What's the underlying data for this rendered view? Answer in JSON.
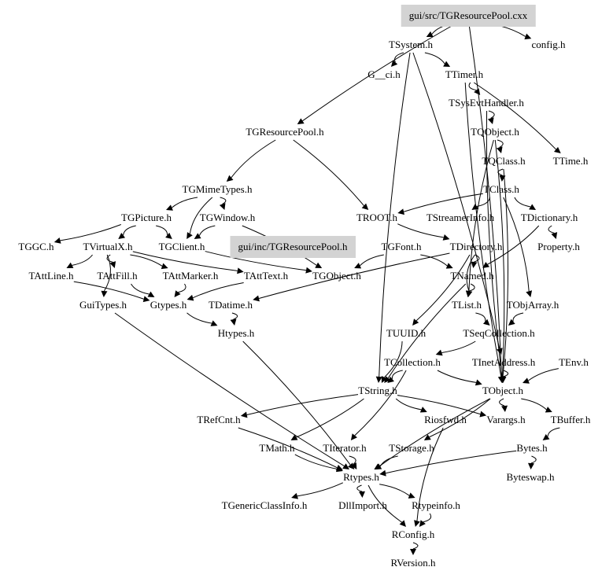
{
  "title": "gui/src/TGResourcePool.cxx include dependency graph",
  "highlight_color": "#d3d3d3",
  "nodes": [
    {
      "id": "root",
      "label": "gui/src/TGResourcePool.cxx",
      "highlighted": true
    },
    {
      "id": "TSystem",
      "label": "TSystem.h"
    },
    {
      "id": "config",
      "label": "config.h"
    },
    {
      "id": "G__ci",
      "label": "G__ci.h"
    },
    {
      "id": "TTimer",
      "label": "TTimer.h"
    },
    {
      "id": "TSysEvtHandler",
      "label": "TSysEvtHandler.h"
    },
    {
      "id": "TGResourcePoolH",
      "label": "TGResourcePool.h"
    },
    {
      "id": "TQObject",
      "label": "TQObject.h"
    },
    {
      "id": "TQClass",
      "label": "TQClass.h"
    },
    {
      "id": "TTime",
      "label": "TTime.h"
    },
    {
      "id": "TGMimeTypes",
      "label": "TGMimeTypes.h"
    },
    {
      "id": "TClass",
      "label": "TClass.h"
    },
    {
      "id": "TGPicture",
      "label": "TGPicture.h"
    },
    {
      "id": "TGWindow",
      "label": "TGWindow.h"
    },
    {
      "id": "TROOT",
      "label": "TROOT.h"
    },
    {
      "id": "TStreamerInfo",
      "label": "TStreamerInfo.h"
    },
    {
      "id": "TDictionary",
      "label": "TDictionary.h"
    },
    {
      "id": "TGGC",
      "label": "TGGC.h"
    },
    {
      "id": "TVirtualX",
      "label": "TVirtualX.h"
    },
    {
      "id": "TGClient",
      "label": "TGClient.h"
    },
    {
      "id": "incPool",
      "label": "gui/inc/TGResourcePool.h",
      "highlighted": true
    },
    {
      "id": "TGFont",
      "label": "TGFont.h"
    },
    {
      "id": "TDirectory",
      "label": "TDirectory.h"
    },
    {
      "id": "Property",
      "label": "Property.h"
    },
    {
      "id": "TAttLine",
      "label": "TAttLine.h"
    },
    {
      "id": "TAttFill",
      "label": "TAttFill.h"
    },
    {
      "id": "TAttMarker",
      "label": "TAttMarker.h"
    },
    {
      "id": "TAttText",
      "label": "TAttText.h"
    },
    {
      "id": "TGObject",
      "label": "TGObject.h"
    },
    {
      "id": "TNamed",
      "label": "TNamed.h"
    },
    {
      "id": "GuiTypes",
      "label": "GuiTypes.h"
    },
    {
      "id": "Gtypes",
      "label": "Gtypes.h"
    },
    {
      "id": "TDatime",
      "label": "TDatime.h"
    },
    {
      "id": "TList",
      "label": "TList.h"
    },
    {
      "id": "TObjArray",
      "label": "TObjArray.h"
    },
    {
      "id": "Htypes",
      "label": "Htypes.h"
    },
    {
      "id": "TUUID",
      "label": "TUUID.h"
    },
    {
      "id": "TSeqCollection",
      "label": "TSeqCollection.h"
    },
    {
      "id": "TCollection",
      "label": "TCollection.h"
    },
    {
      "id": "TInetAddress",
      "label": "TInetAddress.h"
    },
    {
      "id": "TEnv",
      "label": "TEnv.h"
    },
    {
      "id": "TString",
      "label": "TString.h"
    },
    {
      "id": "TObject",
      "label": "TObject.h"
    },
    {
      "id": "TRefCnt",
      "label": "TRefCnt.h"
    },
    {
      "id": "Riosfwd",
      "label": "Riosfwd.h"
    },
    {
      "id": "Varargs",
      "label": "Varargs.h"
    },
    {
      "id": "TBuffer",
      "label": "TBuffer.h"
    },
    {
      "id": "TMath",
      "label": "TMath.h"
    },
    {
      "id": "TIterator",
      "label": "TIterator.h"
    },
    {
      "id": "TStorage",
      "label": "TStorage.h"
    },
    {
      "id": "Bytes",
      "label": "Bytes.h"
    },
    {
      "id": "Rtypes",
      "label": "Rtypes.h"
    },
    {
      "id": "Byteswap",
      "label": "Byteswap.h"
    },
    {
      "id": "TGenericClassInfo",
      "label": "TGenericClassInfo.h"
    },
    {
      "id": "DllImport",
      "label": "DllImport.h"
    },
    {
      "id": "Rtypeinfo",
      "label": "Rtypeinfo.h"
    },
    {
      "id": "RConfig",
      "label": "RConfig.h"
    },
    {
      "id": "RVersion",
      "label": "RVersion.h"
    }
  ],
  "edges": [
    [
      "root",
      "TSystem"
    ],
    [
      "root",
      "config"
    ],
    [
      "root",
      "TGResourcePoolH"
    ],
    [
      "root",
      "TObject"
    ],
    [
      "TSystem",
      "G__ci"
    ],
    [
      "TSystem",
      "TTimer"
    ],
    [
      "TSystem",
      "TString"
    ],
    [
      "TSystem",
      "TInetAddress"
    ],
    [
      "TTimer",
      "TSysEvtHandler"
    ],
    [
      "TTimer",
      "TTime"
    ],
    [
      "TTimer",
      "TObject"
    ],
    [
      "TSysEvtHandler",
      "TQObject"
    ],
    [
      "TSysEvtHandler",
      "TObject"
    ],
    [
      "TQObject",
      "TQClass"
    ],
    [
      "TQObject",
      "TList"
    ],
    [
      "TQObject",
      "TObject"
    ],
    [
      "TQClass",
      "TClass"
    ],
    [
      "TQClass",
      "TObject"
    ],
    [
      "TClass",
      "TROOT"
    ],
    [
      "TClass",
      "TStreamerInfo"
    ],
    [
      "TClass",
      "TDictionary"
    ],
    [
      "TClass",
      "TObjArray"
    ],
    [
      "TDictionary",
      "Property"
    ],
    [
      "TDictionary",
      "TNamed"
    ],
    [
      "TGResourcePoolH",
      "TGMimeTypes"
    ],
    [
      "TGResourcePoolH",
      "TROOT"
    ],
    [
      "TGMimeTypes",
      "TGPicture"
    ],
    [
      "TGMimeTypes",
      "TGWindow"
    ],
    [
      "TGMimeTypes",
      "TGClient"
    ],
    [
      "TGPicture",
      "TGGC"
    ],
    [
      "TGPicture",
      "TVirtualX"
    ],
    [
      "TGPicture",
      "TGClient"
    ],
    [
      "TGWindow",
      "TGClient"
    ],
    [
      "TGWindow",
      "TGObject"
    ],
    [
      "TGClient",
      "TGObject"
    ],
    [
      "TVirtualX",
      "TAttLine"
    ],
    [
      "TVirtualX",
      "TAttFill"
    ],
    [
      "TVirtualX",
      "TAttMarker"
    ],
    [
      "TVirtualX",
      "TAttText"
    ],
    [
      "TVirtualX",
      "GuiTypes"
    ],
    [
      "TGFont",
      "TGObject"
    ],
    [
      "TGFont",
      "TNamed"
    ],
    [
      "TROOT",
      "TDirectory"
    ],
    [
      "TDirectory",
      "TNamed"
    ],
    [
      "TDirectory",
      "TDatime"
    ],
    [
      "TDirectory",
      "TUUID"
    ],
    [
      "TDirectory",
      "TList"
    ],
    [
      "TAttLine",
      "Gtypes"
    ],
    [
      "TAttFill",
      "Gtypes"
    ],
    [
      "TAttMarker",
      "Gtypes"
    ],
    [
      "TAttText",
      "Gtypes"
    ],
    [
      "TDatime",
      "Htypes"
    ],
    [
      "Gtypes",
      "Htypes"
    ],
    [
      "Htypes",
      "Rtypes"
    ],
    [
      "GuiTypes",
      "Rtypes"
    ],
    [
      "TNamed",
      "TList"
    ],
    [
      "TNamed",
      "TString"
    ],
    [
      "TList",
      "TSeqCollection"
    ],
    [
      "TObjArray",
      "TSeqCollection"
    ],
    [
      "TSeqCollection",
      "TCollection"
    ],
    [
      "TCollection",
      "TObject"
    ],
    [
      "TCollection",
      "TIterator"
    ],
    [
      "TCollection",
      "TString"
    ],
    [
      "TInetAddress",
      "TObject"
    ],
    [
      "TEnv",
      "TObject"
    ],
    [
      "TUUID",
      "TString"
    ],
    [
      "TString",
      "TRefCnt"
    ],
    [
      "TString",
      "TMath"
    ],
    [
      "TString",
      "Riosfwd"
    ],
    [
      "TString",
      "Varargs"
    ],
    [
      "TObject",
      "Rtypes"
    ],
    [
      "TObject",
      "TStorage"
    ],
    [
      "TObject",
      "Varargs"
    ],
    [
      "TObject",
      "TBuffer"
    ],
    [
      "TBuffer",
      "Bytes"
    ],
    [
      "Bytes",
      "Byteswap"
    ],
    [
      "Bytes",
      "Rtypes"
    ],
    [
      "TRefCnt",
      "Rtypes"
    ],
    [
      "TMath",
      "Rtypes"
    ],
    [
      "TIterator",
      "Rtypes"
    ],
    [
      "TStorage",
      "Rtypes"
    ],
    [
      "Rtypes",
      "TGenericClassInfo"
    ],
    [
      "Rtypes",
      "DllImport"
    ],
    [
      "Rtypes",
      "Rtypeinfo"
    ],
    [
      "Rtypes",
      "RConfig"
    ],
    [
      "Rtypeinfo",
      "RConfig"
    ],
    [
      "Riosfwd",
      "RConfig"
    ],
    [
      "RConfig",
      "RVersion"
    ]
  ]
}
